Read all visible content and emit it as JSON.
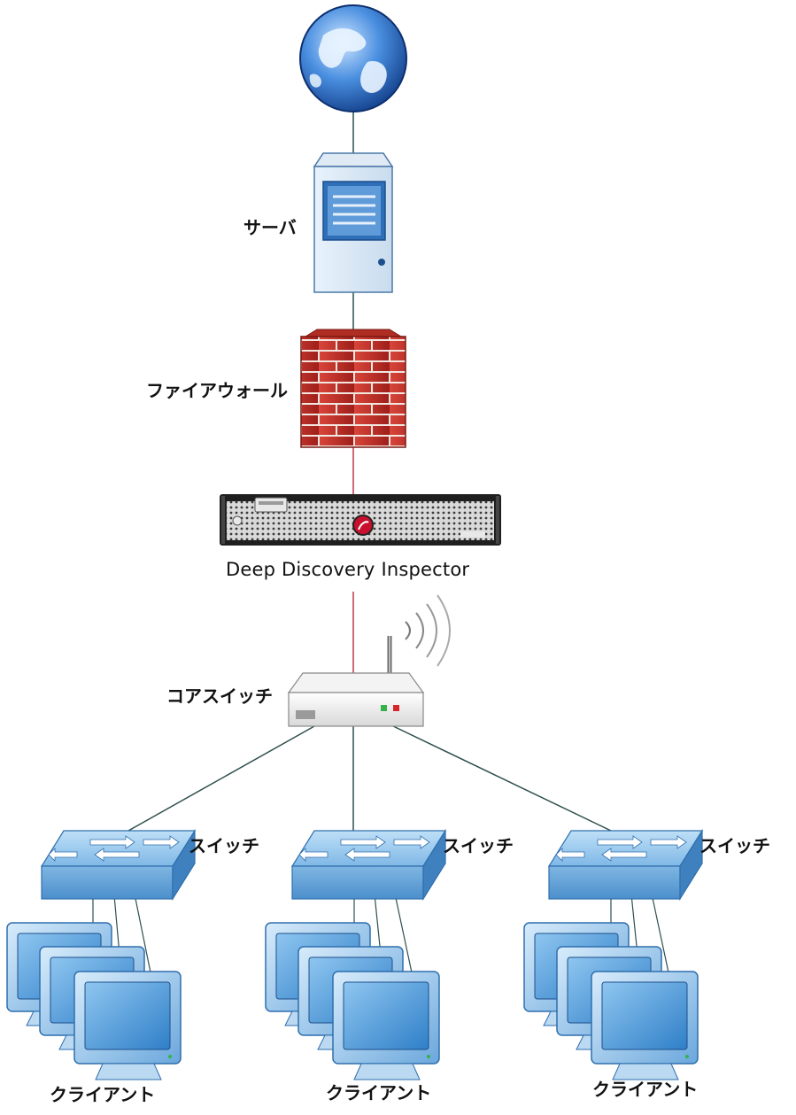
{
  "diagram": {
    "nodes": {
      "internet": {
        "label": "",
        "icon": "globe-icon"
      },
      "server": {
        "label": "サーバ",
        "icon": "server-icon"
      },
      "firewall": {
        "label": "ファイアウォール",
        "icon": "firewall-icon"
      },
      "ddi": {
        "label": "Deep Discovery Inspector",
        "icon": "appliance-icon"
      },
      "core_switch": {
        "label": "コアスイッチ",
        "icon": "router-icon"
      },
      "switches": [
        {
          "label": "スイッチ",
          "icon": "switch-icon"
        },
        {
          "label": "スイッチ",
          "icon": "switch-icon"
        },
        {
          "label": "スイッチ",
          "icon": "switch-icon"
        }
      ],
      "clients": [
        {
          "label": "クライアント",
          "icon": "monitor-group-icon"
        },
        {
          "label": "クライアント",
          "icon": "monitor-group-icon"
        },
        {
          "label": "クライアント",
          "icon": "monitor-group-icon"
        }
      ]
    },
    "colors": {
      "link_default": "#2f4f4f",
      "link_monitored": "#c0394b",
      "firewall_brick": "#c8372d",
      "device_blue": "#5b9bd5"
    }
  }
}
